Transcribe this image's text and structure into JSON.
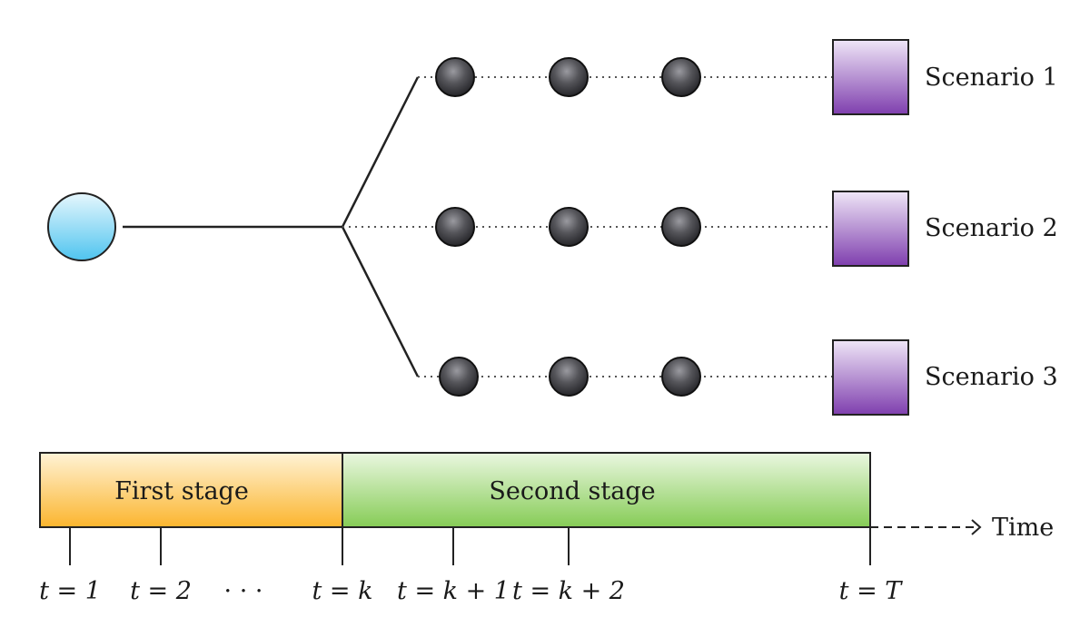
{
  "scenarios": [
    {
      "label": "Scenario 1"
    },
    {
      "label": "Scenario 2"
    },
    {
      "label": "Scenario 3"
    }
  ],
  "stages": {
    "first": "First stage",
    "second": "Second stage"
  },
  "timeline": {
    "axis_label": "Time",
    "ticks": [
      "t = 1",
      "t = 2",
      "· · ·",
      "t = k",
      "t = k + 1",
      "t = k + 2",
      "t = T"
    ]
  },
  "colors": {
    "root_node": "#67cdf2",
    "scenario_node": "#9b6cc4",
    "state_node": "#3f3f44",
    "first_stage": "#fcc64f",
    "second_stage": "#9fd87a"
  }
}
